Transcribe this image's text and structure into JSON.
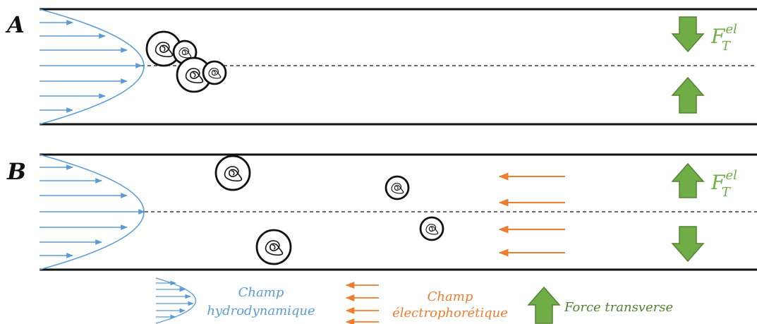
{
  "panels": [
    {
      "label": "A",
      "force_symbol": "F",
      "force_sub": "T",
      "force_sup": "el"
    },
    {
      "label": "B",
      "force_symbol": "F",
      "force_sub": "T",
      "force_sup": "el"
    }
  ],
  "legend": {
    "hydro_line1": "Champ",
    "hydro_line2": "hydrodynamique",
    "electro_line1": "Champ",
    "electro_line2": "électrophorétique",
    "force": "Force transverse"
  },
  "colors": {
    "hydro": "#5b9bd5",
    "electro": "#ed7d31",
    "force": "#70ad47",
    "force_dark": "#548235",
    "wall": "#111111"
  },
  "icons": {
    "particle": "coiled-polymer-in-circle",
    "force_arrow": "block-arrow",
    "flow_profile": "parabolic-velocity-profile"
  }
}
